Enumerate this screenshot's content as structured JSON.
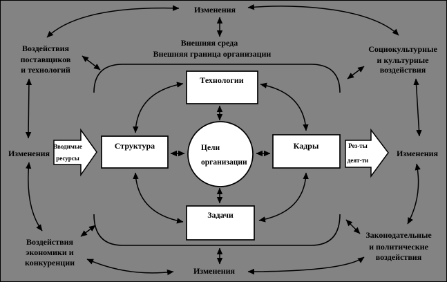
{
  "colors": {
    "background": "#838383",
    "shape_fill": "#ffffff",
    "line": "#000000"
  },
  "outer": {
    "changes_top": "Изменения",
    "changes_bottom": "Изменения",
    "changes_left": "Изменения",
    "changes_right": "Изменения",
    "environment": "Внешняя среда",
    "boundary": "Внешняя граница организации",
    "suppliers_lines": [
      "Воздействия",
      "поставщиков",
      "и технологий"
    ],
    "sociocultural_lines": [
      "Социокультурные",
      "и культурные",
      "воздействия"
    ],
    "economy_lines": [
      "Воздействия",
      "экономики и",
      "конкуренции"
    ],
    "legislative_lines": [
      "Законодательные",
      "и политические",
      "воздействия"
    ]
  },
  "inner": {
    "technology": "Технологии",
    "structure": "Структура",
    "personnel": "Кадры",
    "tasks": "Задачи",
    "goals_lines": [
      "Цели",
      "организации"
    ],
    "input_lines": [
      "Вводимые",
      "ресурсы"
    ],
    "output_lines": [
      "Рез-ты",
      "деят-ти"
    ]
  }
}
